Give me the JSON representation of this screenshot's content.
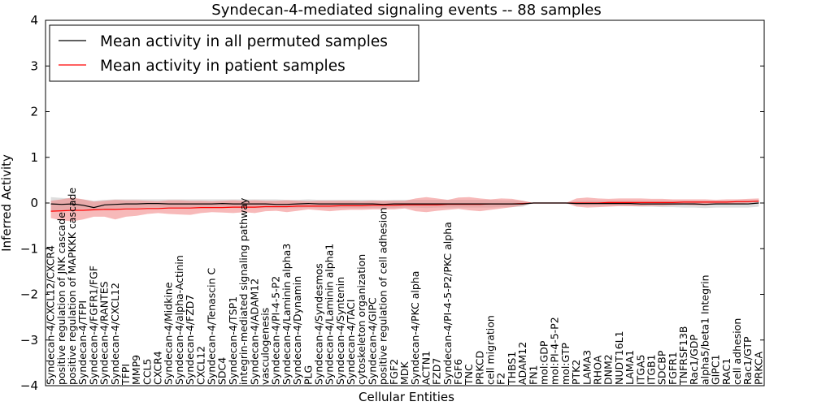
{
  "chart_data": {
    "type": "line",
    "title": "Syndecan-4-mediated signaling events -- 88 samples",
    "xlabel": "Cellular Entities",
    "ylabel": "Inferred Activity",
    "ylim": [
      -4,
      4
    ],
    "yticks": [
      "−4",
      "−3",
      "−2",
      "−1",
      "0",
      "1",
      "2",
      "3",
      "4"
    ],
    "grid": false,
    "legend_position": "top-left",
    "categories": [
      "Syndecan-4/CXCL12/CXCR4",
      "positive regulation of JNK cascade",
      "positive regulation of MAPKKK cascade",
      "Syndecan-4/TFPI",
      "Syndecan-4/FGFR1/FGF",
      "Syndecan-4/RANTES",
      "Syndecan-4/CXCL12",
      "TFPI",
      "MMP9",
      "CCL5",
      "CXCR4",
      "Syndecan-4/Midkine",
      "Syndecan-4/alpha-Actinin",
      "Syndecan-4/FZD7",
      "CXCL12",
      "Syndecan-4/Tenascin C",
      "SDC4",
      "Syndecan-4/TSP1",
      "integrin-mediated signaling pathway",
      "Syndecan-4/ADAM12",
      "vasculogenesis",
      "Syndecan-4/PI-4-5-P2",
      "Syndecan-4/Laminin alpha3",
      "Syndecan-4/Dynamin",
      "PLG",
      "Syndecan-4/Syndesmos",
      "Syndecan-4/Laminin alpha1",
      "Syndecan-4/Syntenin",
      "Syndecan-4/TACI",
      "cytoskeleton organization",
      "Syndecan-4/GIPC",
      "positive regulation of cell adhesion",
      "FGF2",
      "MDK",
      "Syndecan-4/PKC alpha",
      "ACTN1",
      "FZD7",
      "Syndecan-4/PI-4-5-P2/PKC alpha",
      "FGF6",
      "TNC",
      "PRKCD",
      "cell migration",
      "F2",
      "THBS1",
      "ADAM12",
      "FN1",
      "mol:GDP",
      "mol:PI-4-5-P2",
      "mol:GTP",
      "PTK2",
      "LAMA3",
      "RHOA",
      "DNM2",
      "NUDT16L1",
      "LAMA1",
      "ITGA5",
      "ITGB1",
      "SDCBP",
      "FGFR1",
      "TNFRSF13B",
      "Rac1/GDP",
      "alpha5/beta1 Integrin",
      "GIPC1",
      "RAC1",
      "cell adhesion",
      "Rac1/GTP",
      "PRKCA"
    ],
    "series": [
      {
        "name": "Mean activity in all permuted samples",
        "color": "#000000",
        "band_color": "#c8c8c8",
        "values": [
          -0.02,
          -0.03,
          -0.02,
          -0.05,
          -0.1,
          -0.04,
          -0.03,
          -0.02,
          -0.02,
          -0.01,
          -0.01,
          -0.02,
          -0.02,
          -0.02,
          -0.02,
          -0.02,
          -0.01,
          -0.02,
          -0.02,
          -0.02,
          -0.02,
          -0.03,
          -0.03,
          -0.02,
          -0.01,
          -0.02,
          -0.02,
          -0.02,
          -0.02,
          -0.02,
          -0.02,
          -0.03,
          -0.02,
          -0.02,
          -0.02,
          -0.02,
          -0.02,
          -0.02,
          -0.02,
          -0.02,
          -0.02,
          -0.02,
          -0.02,
          -0.02,
          -0.02,
          0.0,
          0.0,
          0.0,
          0.0,
          -0.01,
          -0.01,
          -0.01,
          -0.01,
          -0.01,
          -0.01,
          -0.02,
          -0.02,
          -0.02,
          -0.02,
          -0.02,
          -0.02,
          -0.03,
          -0.02,
          -0.02,
          -0.02,
          -0.02,
          0.0
        ],
        "lower": [
          -0.18,
          -0.16,
          -0.14,
          -0.13,
          -0.15,
          -0.13,
          -0.12,
          -0.11,
          -0.11,
          -0.1,
          -0.1,
          -0.11,
          -0.11,
          -0.11,
          -0.11,
          -0.11,
          -0.1,
          -0.11,
          -0.11,
          -0.11,
          -0.11,
          -0.11,
          -0.11,
          -0.11,
          -0.1,
          -0.11,
          -0.11,
          -0.11,
          -0.11,
          -0.11,
          -0.11,
          -0.11,
          -0.11,
          -0.1,
          -0.1,
          -0.11,
          -0.1,
          -0.1,
          -0.1,
          -0.1,
          -0.1,
          -0.1,
          -0.09,
          -0.09,
          -0.08,
          0.0,
          0.0,
          0.0,
          0.0,
          -0.05,
          -0.06,
          -0.06,
          -0.06,
          -0.06,
          -0.07,
          -0.08,
          -0.08,
          -0.09,
          -0.09,
          -0.1,
          -0.1,
          -0.11,
          -0.1,
          -0.1,
          -0.1,
          -0.1,
          -0.08
        ],
        "upper": [
          0.13,
          0.11,
          0.1,
          0.08,
          0.05,
          0.07,
          0.08,
          0.08,
          0.08,
          0.08,
          0.08,
          0.08,
          0.08,
          0.08,
          0.08,
          0.08,
          0.08,
          0.08,
          0.08,
          0.08,
          0.08,
          0.08,
          0.07,
          0.07,
          0.08,
          0.07,
          0.07,
          0.07,
          0.07,
          0.07,
          0.07,
          0.06,
          0.07,
          0.07,
          0.07,
          0.07,
          0.07,
          0.07,
          0.07,
          0.07,
          0.07,
          0.07,
          0.06,
          0.06,
          0.05,
          0.0,
          0.0,
          0.0,
          0.0,
          0.04,
          0.05,
          0.05,
          0.05,
          0.05,
          0.05,
          0.05,
          0.05,
          0.05,
          0.05,
          0.05,
          0.05,
          0.05,
          0.05,
          0.05,
          0.06,
          0.06,
          0.07
        ]
      },
      {
        "name": "Mean activity in patient samples",
        "color": "#ff0000",
        "band_color": "#f08080",
        "values": [
          -0.18,
          -0.17,
          -0.16,
          -0.16,
          -0.15,
          -0.14,
          -0.14,
          -0.13,
          -0.13,
          -0.12,
          -0.12,
          -0.11,
          -0.11,
          -0.11,
          -0.1,
          -0.1,
          -0.1,
          -0.09,
          -0.09,
          -0.09,
          -0.08,
          -0.08,
          -0.08,
          -0.07,
          -0.07,
          -0.07,
          -0.07,
          -0.06,
          -0.06,
          -0.06,
          -0.05,
          -0.05,
          -0.05,
          -0.04,
          -0.04,
          -0.04,
          -0.04,
          -0.03,
          -0.03,
          -0.03,
          -0.03,
          -0.02,
          -0.02,
          -0.02,
          -0.01,
          0.0,
          0.0,
          0.0,
          0.0,
          0.0,
          0.0,
          0.0,
          0.01,
          0.01,
          0.01,
          0.01,
          0.01,
          0.01,
          0.01,
          0.02,
          0.02,
          0.02,
          0.02,
          0.02,
          0.03,
          0.03,
          0.04
        ],
        "lower": [
          -0.33,
          -0.38,
          -0.4,
          -0.36,
          -0.3,
          -0.3,
          -0.36,
          -0.3,
          -0.28,
          -0.24,
          -0.22,
          -0.24,
          -0.25,
          -0.26,
          -0.22,
          -0.2,
          -0.21,
          -0.22,
          -0.2,
          -0.22,
          -0.18,
          -0.17,
          -0.2,
          -0.17,
          -0.14,
          -0.16,
          -0.18,
          -0.16,
          -0.15,
          -0.15,
          -0.14,
          -0.14,
          -0.14,
          -0.12,
          -0.18,
          -0.2,
          -0.17,
          -0.15,
          -0.13,
          -0.16,
          -0.18,
          -0.15,
          -0.12,
          -0.09,
          -0.05,
          0.0,
          0.0,
          0.0,
          0.0,
          -0.08,
          -0.1,
          -0.09,
          -0.08,
          -0.07,
          -0.07,
          -0.07,
          -0.06,
          -0.06,
          -0.05,
          -0.04,
          -0.05,
          -0.05,
          -0.03,
          -0.02,
          -0.02,
          0.0,
          0.02
        ],
        "upper": [
          0.05,
          0.08,
          0.12,
          0.08,
          0.03,
          0.05,
          0.07,
          0.06,
          0.06,
          0.05,
          0.04,
          0.06,
          0.06,
          0.05,
          0.05,
          0.04,
          0.05,
          0.06,
          0.05,
          0.06,
          0.05,
          0.05,
          0.06,
          0.05,
          0.04,
          0.05,
          0.05,
          0.05,
          0.05,
          0.04,
          0.05,
          0.05,
          0.05,
          0.05,
          0.1,
          0.13,
          0.1,
          0.07,
          0.12,
          0.13,
          0.1,
          0.08,
          0.1,
          0.09,
          0.05,
          0.0,
          0.0,
          0.0,
          0.0,
          0.1,
          0.12,
          0.1,
          0.09,
          0.1,
          0.1,
          0.1,
          0.09,
          0.09,
          0.08,
          0.08,
          0.08,
          0.08,
          0.07,
          0.08,
          0.08,
          0.09,
          0.1
        ]
      }
    ]
  }
}
